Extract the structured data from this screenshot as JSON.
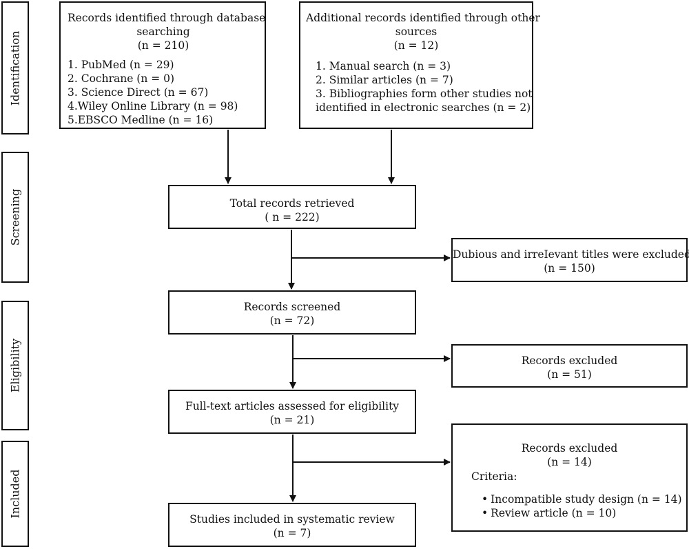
{
  "stages": [
    "Identification",
    "Screening",
    "Eligibility",
    "Included"
  ],
  "identification": {
    "database": {
      "title_lines": [
        "Records identified through database",
        "searching"
      ],
      "count": "(n = 210)",
      "items": [
        "1. PubMed (n = 29)",
        "2. Cochrane (n = 0)",
        "3. Science Direct (n = 67)",
        "4.Wiley Online Library (n = 98)",
        "5.EBSCO Medline (n = 16)"
      ]
    },
    "other": {
      "title_lines": [
        "Additional records identified through other",
        "sources"
      ],
      "count": "(n = 12)",
      "items": [
        "1. Manual search (n = 3)",
        "2. Similar articles (n = 7)",
        "3. Bibliographies form other studies not",
        "identified in electronic searches (n = 2)"
      ]
    }
  },
  "screening": {
    "total": {
      "title": "Total records retrieved",
      "count": "( n = 222)"
    },
    "excluded": {
      "title": "Dubious and irreIevant titles were excluded",
      "count": "(n = 150)"
    }
  },
  "eligibility": {
    "screened": {
      "title": "Records screened",
      "count": "(n = 72)"
    },
    "excluded": {
      "title": "Records excluded",
      "count": "(n = 51)"
    },
    "fulltext": {
      "title": "Full-text articles assessed for eligibility",
      "count": "(n = 21)"
    }
  },
  "included": {
    "excluded": {
      "title": "Records excluded",
      "count": "(n = 14)",
      "criteria_label": "Criteria:",
      "criteria": [
        "Incompatible study design (n = 14)",
        "Review article (n = 10)"
      ]
    },
    "studies": {
      "title": "Studies included in systematic review",
      "count": "(n = 7)"
    }
  }
}
